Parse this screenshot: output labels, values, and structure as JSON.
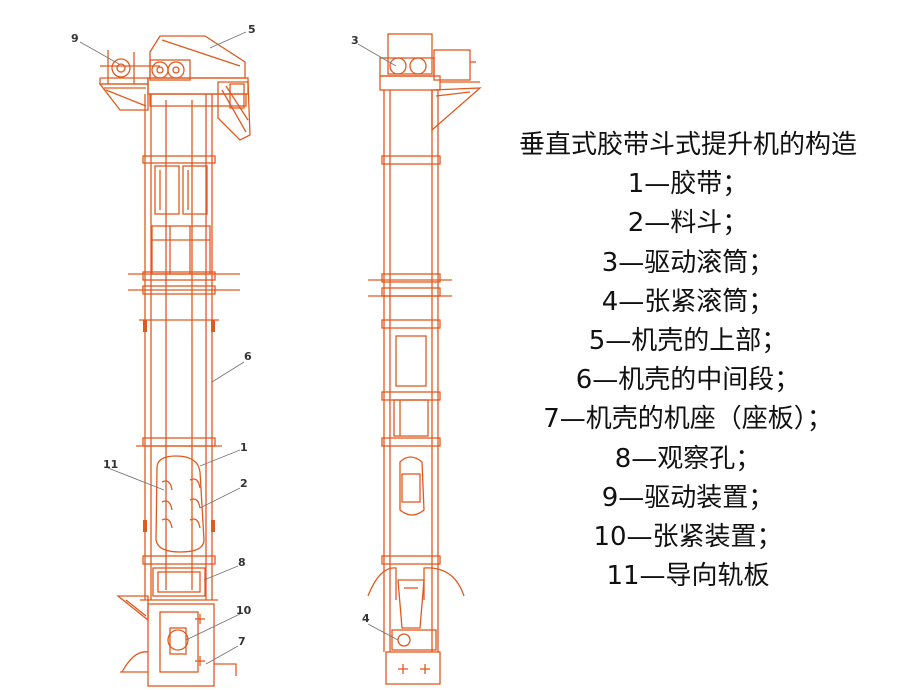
{
  "legend": {
    "title": "垂直式胶带斗式提升机的构造",
    "items": [
      "1—胶带；",
      "2—料斗；",
      "3—驱动滚筒；",
      "4—张紧滚筒；",
      "5—机壳的上部；",
      "6—机壳的中间段；",
      "7—机壳的机座（座板）；",
      "8—观察孔；",
      "9—驱动装置；",
      "10—张紧装置；",
      "11—导向轨板"
    ]
  },
  "callouts": {
    "front": [
      "9",
      "5",
      "6",
      "1",
      "11",
      "2",
      "8",
      "10",
      "7"
    ],
    "side": [
      "3",
      "4"
    ]
  },
  "colors": {
    "line": "#E05A1E",
    "leader": "#777777",
    "label": "#333333",
    "text": "#111111"
  }
}
